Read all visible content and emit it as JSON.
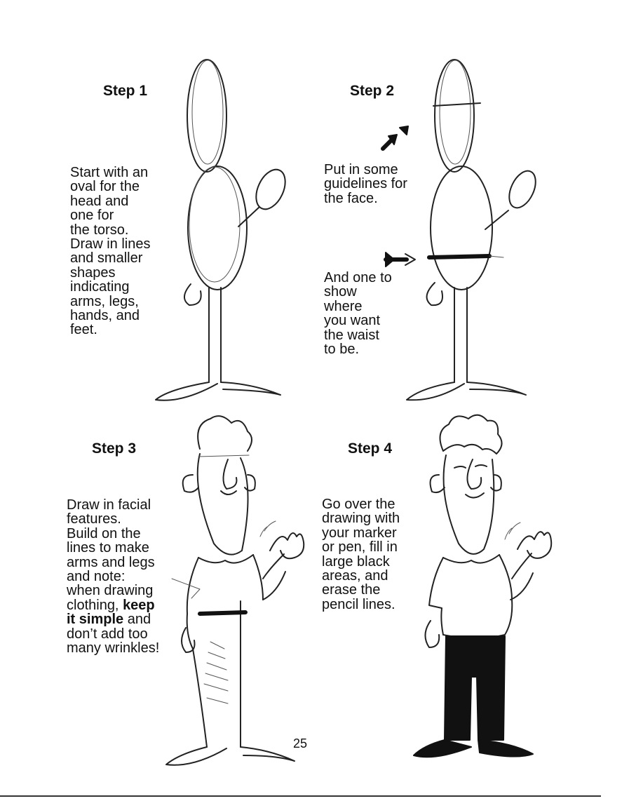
{
  "steps": [
    {
      "title": "Step 1",
      "lines": [
        "Start with an",
        "oval for the",
        "head and",
        "one for",
        "the torso.",
        "Draw in lines",
        "and smaller",
        "shapes",
        "indicating",
        "arms, legs,",
        "hands, and",
        "feet."
      ]
    },
    {
      "title": "Step 2",
      "lines": [
        "Put in some",
        "guidelines for",
        "the face."
      ],
      "lines_b": [
        "And one to",
        "show",
        "where",
        "you want",
        "the waist",
        "to be."
      ]
    },
    {
      "title": "Step 3",
      "lines": [
        "Draw in facial",
        "features.",
        "Build on the",
        "lines to make",
        "arms and legs",
        "and note:",
        "when drawing"
      ],
      "line_emph": {
        "before": "clothing, ",
        "bold": "keep",
        "bold2": "it simple",
        "after": " and"
      },
      "lines_end": [
        "don’t add too",
        "many wrinkles!"
      ]
    },
    {
      "title": "Step 4",
      "lines": [
        "Go over the",
        "drawing with",
        "your marker",
        "or pen, fill in",
        "large black",
        "areas, and",
        "erase the",
        "pencil lines."
      ]
    }
  ],
  "page_number": "25"
}
